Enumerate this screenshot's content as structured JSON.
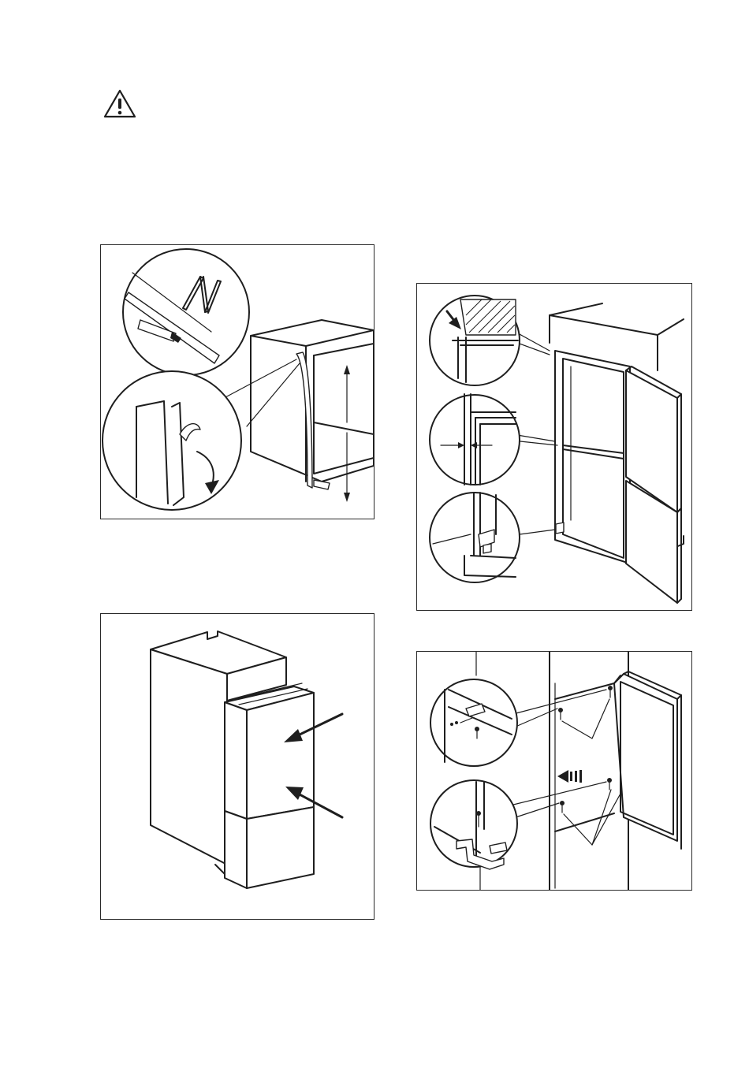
{
  "page": {
    "warning": {
      "icon": "warning-triangle-icon"
    }
  },
  "figures": [
    {
      "id": "fig-door-seal",
      "icons": [
        "cutter-icon",
        "folding-rule-icon",
        "rotate-arrow-icon"
      ]
    },
    {
      "id": "fig-push-appliance",
      "icons": [
        "push-arrow-icon"
      ]
    },
    {
      "id": "fig-door-alignment",
      "icons": [
        "push-arrow-icon",
        "dimension-arrows-icon"
      ]
    },
    {
      "id": "fig-door-screws",
      "icons": [
        "screw-icon",
        "slide-arrow-icon"
      ]
    }
  ]
}
